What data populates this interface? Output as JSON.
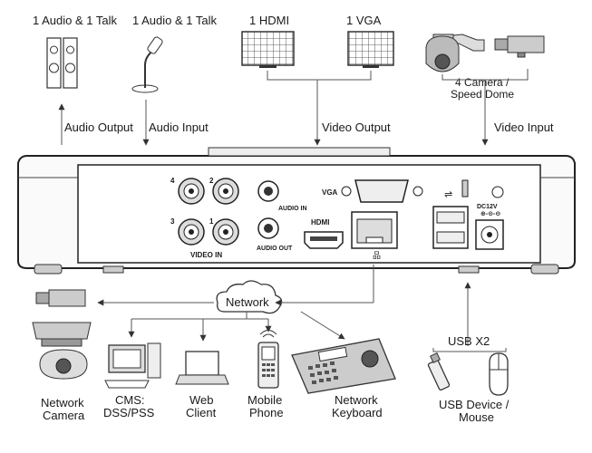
{
  "top": {
    "audio_out_device": "1 Audio  & 1 Talk",
    "audio_in_device": "1 Audio & 1 Talk",
    "hdmi_monitor": "1 HDMI",
    "vga_monitor": "1 VGA",
    "camera_line1": "4  Camera /",
    "camera_line2": "Speed Dome",
    "audio_output": "Audio  Output",
    "audio_input": "Audio  Input",
    "video_output": "Video Output",
    "video_input": "Video Input"
  },
  "panel": {
    "ch4": "4",
    "ch2": "2",
    "ch3": "3",
    "ch1": "1",
    "video_in": "VIDEO IN",
    "audio_in": "AUDIO IN",
    "audio_out": "AUDIO OUT",
    "vga": "VGA",
    "hdmi": "HDMI",
    "dc": "DC12V",
    "dc_sub": "⊕-⊙-⊖"
  },
  "bottom": {
    "network": "Network",
    "usb_x2": "USB X2",
    "network_camera_1": "Network",
    "network_camera_2": "Camera",
    "cms_1": "CMS:",
    "cms_2": "DSS/PSS",
    "web_1": "Web",
    "web_2": "Client",
    "mobile_1": "Mobile",
    "mobile_2": "Phone",
    "keyboard_1": "Network",
    "keyboard_2": "Keyboard",
    "usb_1": "USB Device /",
    "usb_2": "Mouse"
  }
}
